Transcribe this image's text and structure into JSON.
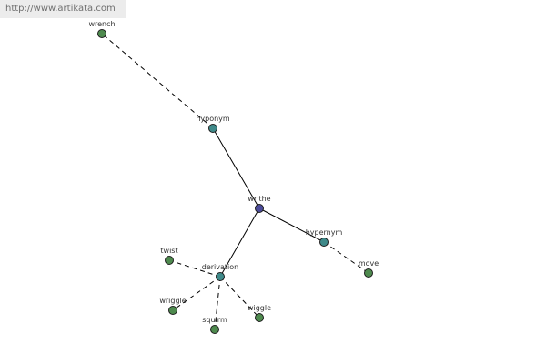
{
  "source": {
    "url_text": "http://www.artikata.com"
  },
  "colors": {
    "center": "#4b4b9a",
    "relation": "#3f8a8a",
    "word": "#4e8a4e"
  },
  "graph": {
    "center": {
      "id": "writhe",
      "label": "writhe",
      "kind": "center"
    },
    "relations": [
      {
        "id": "hyponym",
        "label": "hyponym",
        "kind": "relation"
      },
      {
        "id": "hypernym",
        "label": "hypernym",
        "kind": "relation"
      },
      {
        "id": "derivation",
        "label": "derivation",
        "kind": "relation"
      }
    ],
    "words": [
      {
        "id": "wrench",
        "label": "wrench",
        "kind": "word",
        "relation": "hyponym"
      },
      {
        "id": "move",
        "label": "move",
        "kind": "word",
        "relation": "hypernym"
      },
      {
        "id": "twist",
        "label": "twist",
        "kind": "word",
        "relation": "derivation"
      },
      {
        "id": "wriggle",
        "label": "wriggle",
        "kind": "word",
        "relation": "derivation"
      },
      {
        "id": "squirm",
        "label": "squirm",
        "kind": "word",
        "relation": "derivation"
      },
      {
        "id": "wiggle",
        "label": "wiggle",
        "kind": "word",
        "relation": "derivation"
      }
    ]
  }
}
